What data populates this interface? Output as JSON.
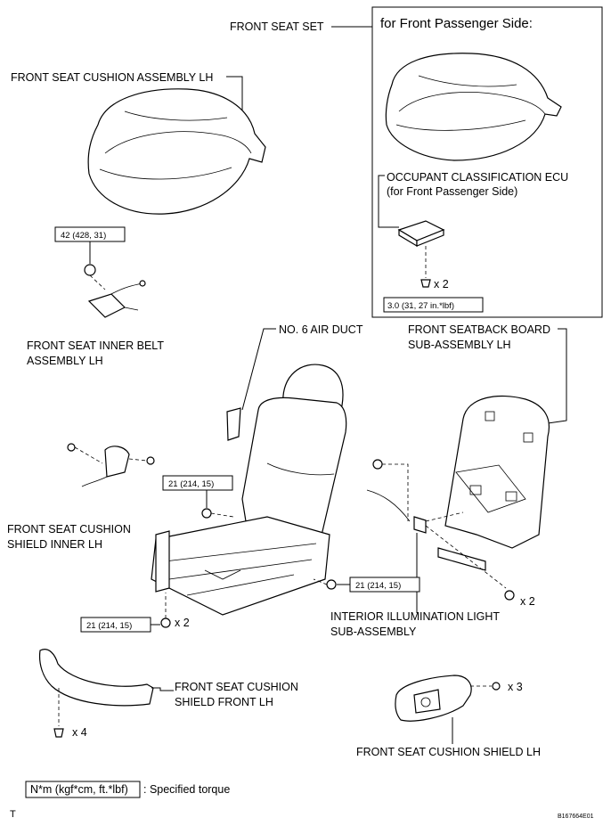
{
  "labels": {
    "front_seat_set": "FRONT SEAT SET",
    "front_passenger_side_title": "for Front Passenger Side:",
    "cushion_assembly": "FRONT SEAT CUSHION ASSEMBLY LH",
    "occupant_ecu_line1": "OCCUPANT CLASSIFICATION ECU",
    "occupant_ecu_line2": "(for Front Passenger Side)",
    "inner_belt_line1": "FRONT SEAT INNER BELT",
    "inner_belt_line2": "ASSEMBLY LH",
    "air_duct": "NO. 6 AIR DUCT",
    "seatback_board_line1": "FRONT SEATBACK BOARD",
    "seatback_board_line2": "SUB-ASSEMBLY LH",
    "shield_inner_line1": "FRONT SEAT CUSHION",
    "shield_inner_line2": "SHIELD INNER LH",
    "illum_light_line1": "INTERIOR ILLUMINATION LIGHT",
    "illum_light_line2": "SUB-ASSEMBLY",
    "shield_front_line1": "FRONT SEAT CUSHION",
    "shield_front_line2": "SHIELD FRONT LH",
    "shield_lh": "FRONT SEAT CUSHION SHIELD LH"
  },
  "torque": {
    "belt": "42 (428, 31)",
    "ecu": "3.0 (31, 27 in.*lbf)",
    "seat_left": "21 (214, 15)",
    "seat_right": "21 (214, 15)",
    "seat_bottom": "21 (214, 15)"
  },
  "quantities": {
    "ecu_bolts": "x 2",
    "seat_bottom_bolts": "x 2",
    "seatback_screws": "x 2",
    "shield_lh_screws": "x 3",
    "shield_front_screws": "x 4"
  },
  "legend": {
    "unit_box": "N*m (kgf*cm, ft.*lbf)",
    "text": ": Specified torque"
  },
  "footer": {
    "left_mark": "T",
    "figure_id": "B167664E01"
  }
}
